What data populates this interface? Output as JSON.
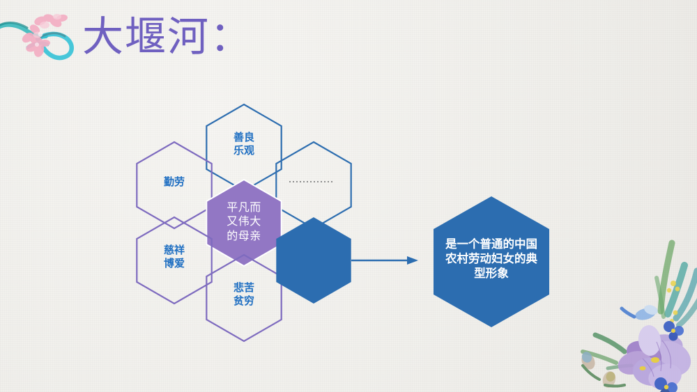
{
  "slide": {
    "title": "大堰河：",
    "background_color": "#f2f1ed",
    "title_color": "#6f60c0"
  },
  "colors": {
    "blue_outline": "#2e6eb0",
    "blue_fill": "#2c6db0",
    "purple_outline": "#7e6bbf",
    "purple_fill": "#9277c4",
    "text_blue": "#1f6fc2",
    "text_white": "#ffffff",
    "arrow": "#2c6db0"
  },
  "diagram": {
    "type": "hexagon-cluster",
    "hexagons": [
      {
        "id": "hex-shanliang-leguan",
        "label": "善良\n乐观",
        "style": "outline",
        "outline_color": "#2e6eb0",
        "text_color": "#1f6fc2"
      },
      {
        "id": "hex-qinlao",
        "label": "勤劳",
        "style": "outline",
        "outline_color": "#7e6bbf",
        "text_color": "#1f6fc2"
      },
      {
        "id": "hex-placeholder-dots",
        "label": "",
        "style": "outline",
        "outline_color": "#2e6eb0",
        "text_color": "#8d8d8d",
        "dots": 13
      },
      {
        "id": "hex-center-mother",
        "label": "平凡而\n又伟大\n的母亲",
        "style": "filled",
        "fill_color": "#9277c4",
        "text_color": "#ffffff"
      },
      {
        "id": "hex-cixiang-boai",
        "label": "慈祥\n博爱",
        "style": "outline",
        "outline_color": "#7e6bbf",
        "text_color": "#1f6fc2"
      },
      {
        "id": "hex-beiku-pinqiong",
        "label": "悲苦\n贫穷",
        "style": "outline",
        "outline_color": "#7e6bbf",
        "text_color": "#1f6fc2"
      },
      {
        "id": "hex-blue-solid",
        "label": "",
        "style": "filled",
        "fill_color": "#2c6db0",
        "text_color": "#ffffff"
      },
      {
        "id": "hex-conclusion",
        "label": "是一个普通的中国\n农村劳动妇女的典\n型形象",
        "style": "filled",
        "fill_color": "#2c6db0",
        "text_color": "#ffffff"
      }
    ],
    "connector": {
      "type": "arrow",
      "from": "hex-blue-solid",
      "to": "hex-conclusion",
      "color": "#2c6db0"
    }
  },
  "decorations": [
    {
      "id": "deco-topleft",
      "name": "cherry-blossom-ribbon-decoration",
      "description": "pink cherry blossoms with teal ribbon"
    },
    {
      "id": "deco-bottomright",
      "name": "iris-flower-decoration",
      "description": "purple and blue watercolor irises with green leaves"
    }
  ]
}
